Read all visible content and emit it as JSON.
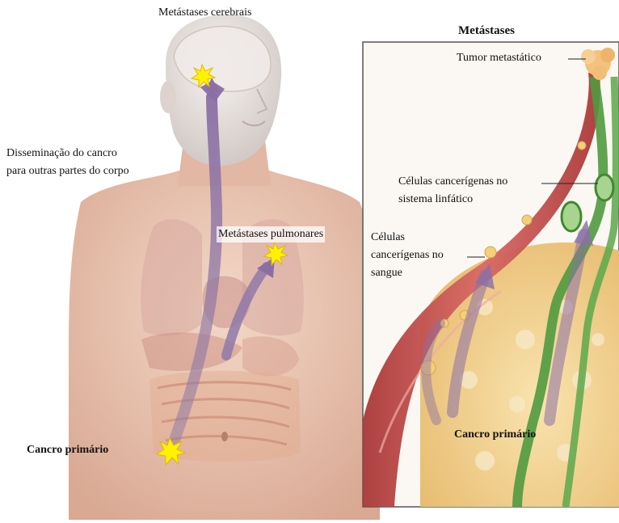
{
  "labels": {
    "brain_metastases": "Metástases cerebrais",
    "spread_line1": "Disseminação do cancro",
    "spread_line2": "para outras partes do corpo",
    "lung_metastases": "Metástases pulmonares",
    "primary_cancer_body": "Cancro primário",
    "inset_title": "Metástases",
    "metastatic_tumor": "Tumor metastático",
    "lymph_line1": "Células cancerígenas no",
    "lymph_line2": "sistema linfático",
    "blood_line1": "Células",
    "blood_line2": "cancerígenas no",
    "blood_line3": "sangue",
    "primary_cancer_inset": "Cancro primário"
  },
  "colors": {
    "skin": "#e9c6b4",
    "skin_shade": "#d9ab97",
    "head": "#ece7e3",
    "arrow": "#9b86ae",
    "tumor": "#fff200",
    "vessel_red": "#c24b4b",
    "lymph_green": "#5aa84a",
    "tissue": "#f5d79a",
    "inset_border": "#555555"
  }
}
